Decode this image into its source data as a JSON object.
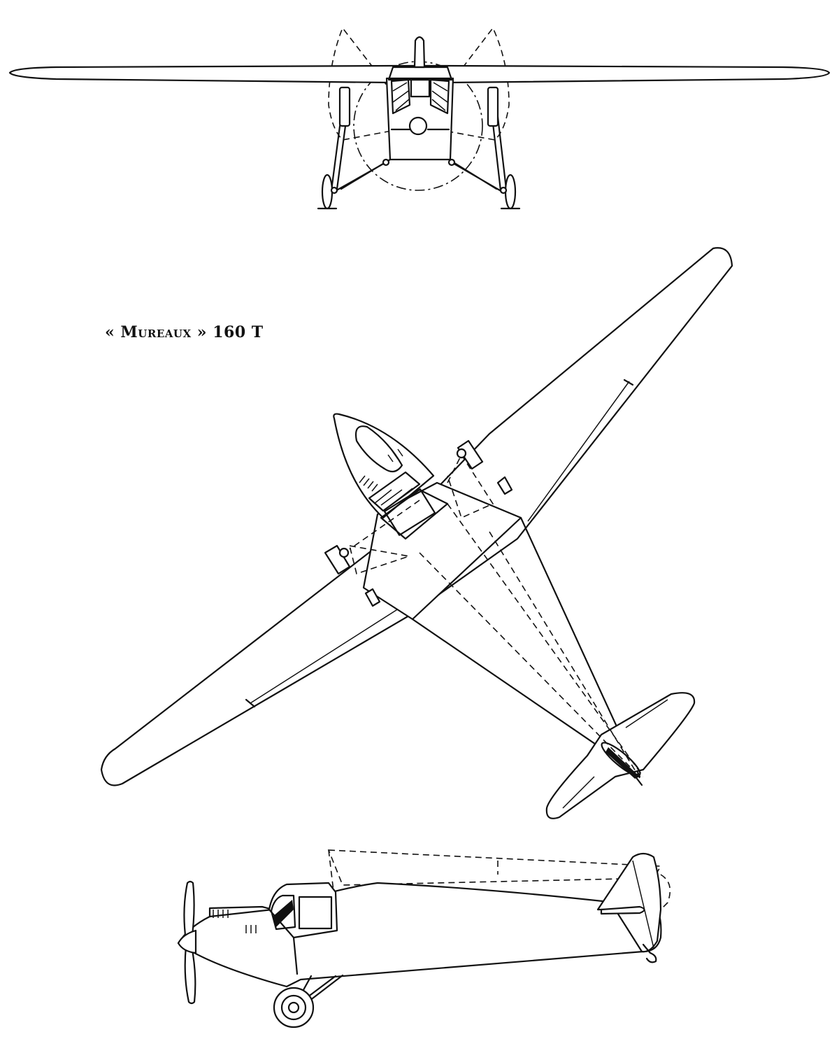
{
  "drawing": {
    "caption_open": "«",
    "caption_name": "Mureaux",
    "caption_close": "»",
    "caption_number": "160 T"
  },
  "views": {
    "front": "front-view",
    "plan": "plan-view",
    "side": "side-view"
  }
}
